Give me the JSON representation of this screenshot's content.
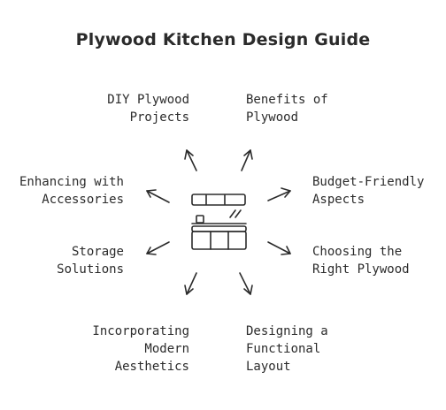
{
  "title": "Plywood Kitchen Design Guide",
  "nodes": [
    {
      "id": "diy",
      "lines": [
        "DIY Plywood",
        "Projects"
      ]
    },
    {
      "id": "benefits",
      "lines": [
        "Benefits of",
        "Plywood"
      ]
    },
    {
      "id": "enhancing",
      "lines": [
        "Enhancing with",
        "Accessories"
      ]
    },
    {
      "id": "budget",
      "lines": [
        "Budget-Friendly",
        "Aspects"
      ]
    },
    {
      "id": "storage",
      "lines": [
        "Storage",
        "Solutions"
      ]
    },
    {
      "id": "choosing",
      "lines": [
        "Choosing the",
        "Right Plywood"
      ]
    },
    {
      "id": "modern",
      "lines": [
        "Incorporating",
        "Modern",
        "Aesthetics"
      ]
    },
    {
      "id": "designing",
      "lines": [
        "Designing a",
        "Functional",
        "Layout"
      ]
    }
  ],
  "center_icon": "kitchen-cabinet-icon",
  "stroke_color": "#2b2b2b"
}
